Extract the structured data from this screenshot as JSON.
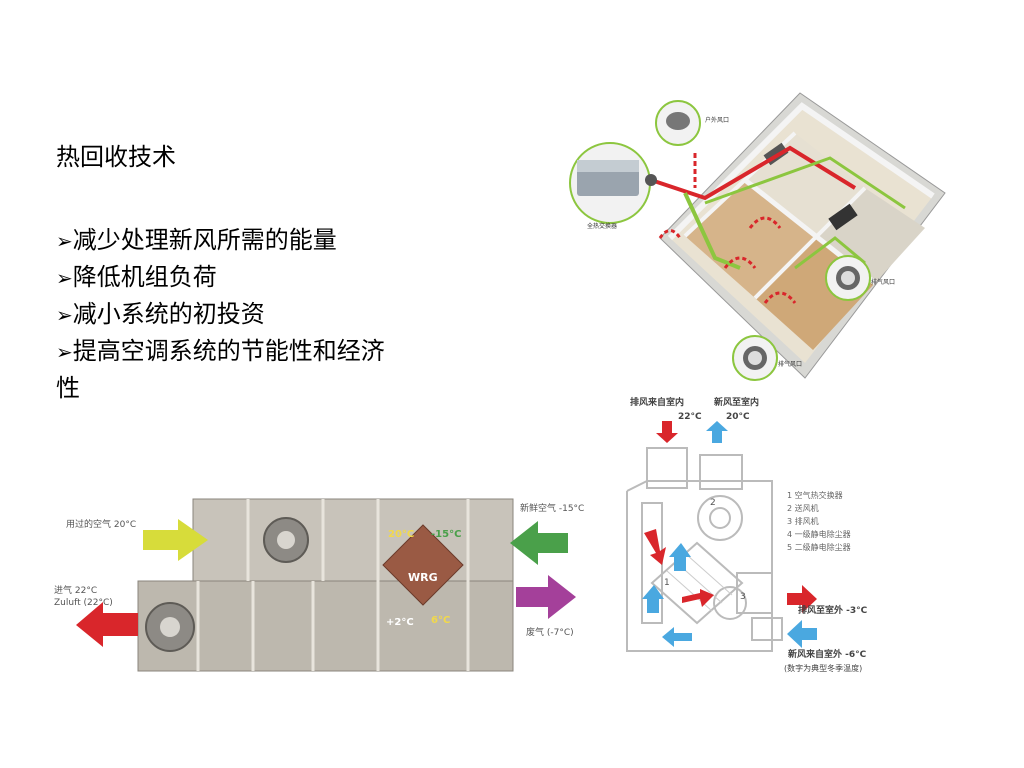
{
  "slide": {
    "title": "热回收技术",
    "bullet_marker": "➢",
    "bullets": [
      "减少处理新风所需的能量",
      "降低机组负荷",
      "减小系统的初投资",
      "提高空调系统的节能性和经济性"
    ]
  },
  "house_diagram": {
    "unit_label": "全热交换器",
    "outdoor_air_label": "户外风口",
    "exhaust_labels": [
      "排气风口",
      "排气风口"
    ]
  },
  "ahu_diagram": {
    "left_top": "用过的空气 20°C",
    "left_bottom_1": "进气 22°C",
    "left_bottom_2": "Zuluft (22°C)",
    "right_top": "新鲜空气 -15°C",
    "right_bottom": "废气 (-7°C)",
    "wrg": "WRG",
    "t_tl": "20°C",
    "t_tr": "-15°C",
    "t_bl": "+2°C",
    "t_br": "6°C"
  },
  "section_diagram": {
    "top_left_label": "排风来自室内",
    "top_left_temp": "22°C",
    "top_right_label": "新风至室内",
    "top_right_temp": "20°C",
    "legend": [
      "1  空气热交换器",
      "2  送风机",
      "3  排风机",
      "4  一级静电除尘器",
      "5  二级静电除尘器"
    ],
    "exhaust_out": "排风至室外 -3°C",
    "fresh_in": "新风来自室外 -6°C",
    "note": "(数字为典型冬季温度)",
    "numbers": [
      "1",
      "2",
      "3"
    ]
  },
  "colors": {
    "warm": "#d9262b",
    "cool": "#4aa8e0",
    "green_duct": "#8cc63f",
    "yellow_arrow": "#d7dc3a",
    "green_arrow": "#4aa04a",
    "purple_arrow": "#a4409a"
  }
}
